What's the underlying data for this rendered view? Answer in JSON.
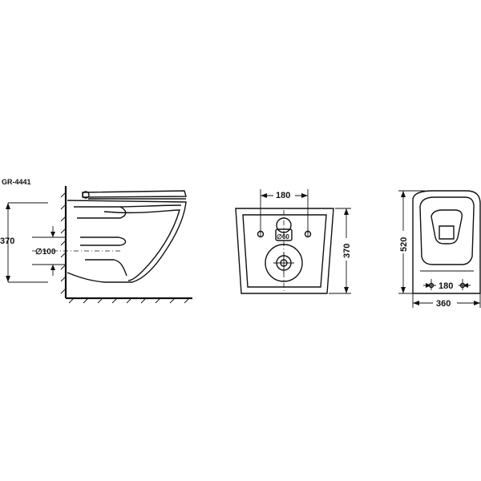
{
  "model_code": "GR-4441",
  "side_view": {
    "height_label": "370",
    "outlet_diameter_label": "∅100"
  },
  "rear_view": {
    "bolt_spacing_label": "180",
    "height_label": "370",
    "inlet_diameter_label": "∅60"
  },
  "top_view": {
    "length_label": "520",
    "bolt_spacing_label": "180",
    "width_label": "360"
  }
}
